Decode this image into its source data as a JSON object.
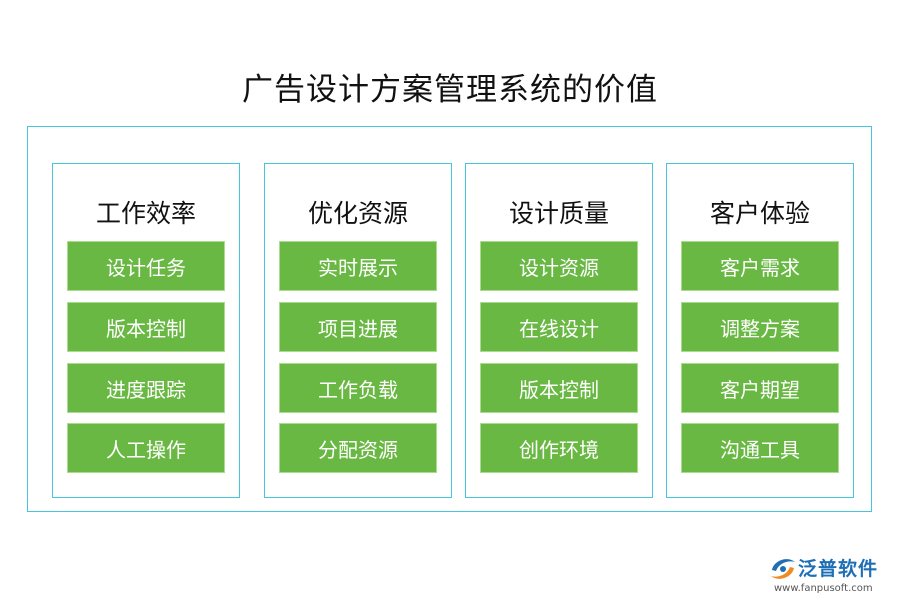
{
  "title": "广告设计方案管理系统的价值",
  "columns": [
    {
      "heading": "工作效率",
      "items": [
        "设计任务",
        "版本控制",
        "进度跟踪",
        "人工操作"
      ]
    },
    {
      "heading": "优化资源",
      "items": [
        "实时展示",
        "项目进展",
        "工作负载",
        "分配资源"
      ]
    },
    {
      "heading": "设计质量",
      "items": [
        "设计资源",
        "在线设计",
        "版本控制",
        "创作环境"
      ]
    },
    {
      "heading": "客户体验",
      "items": [
        "客户需求",
        "调整方案",
        "客户期望",
        "沟通工具"
      ]
    }
  ],
  "logo": {
    "name": "泛普软件",
    "url": "www.fanpusoft.com",
    "icon": "fanpu-logo-icon"
  },
  "colors": {
    "frame": "#46c6dc",
    "item_fill": "#6ab844",
    "item_text": "#ffffff",
    "logo_blue": "#1f6fb6",
    "logo_orange": "#f08a24"
  }
}
